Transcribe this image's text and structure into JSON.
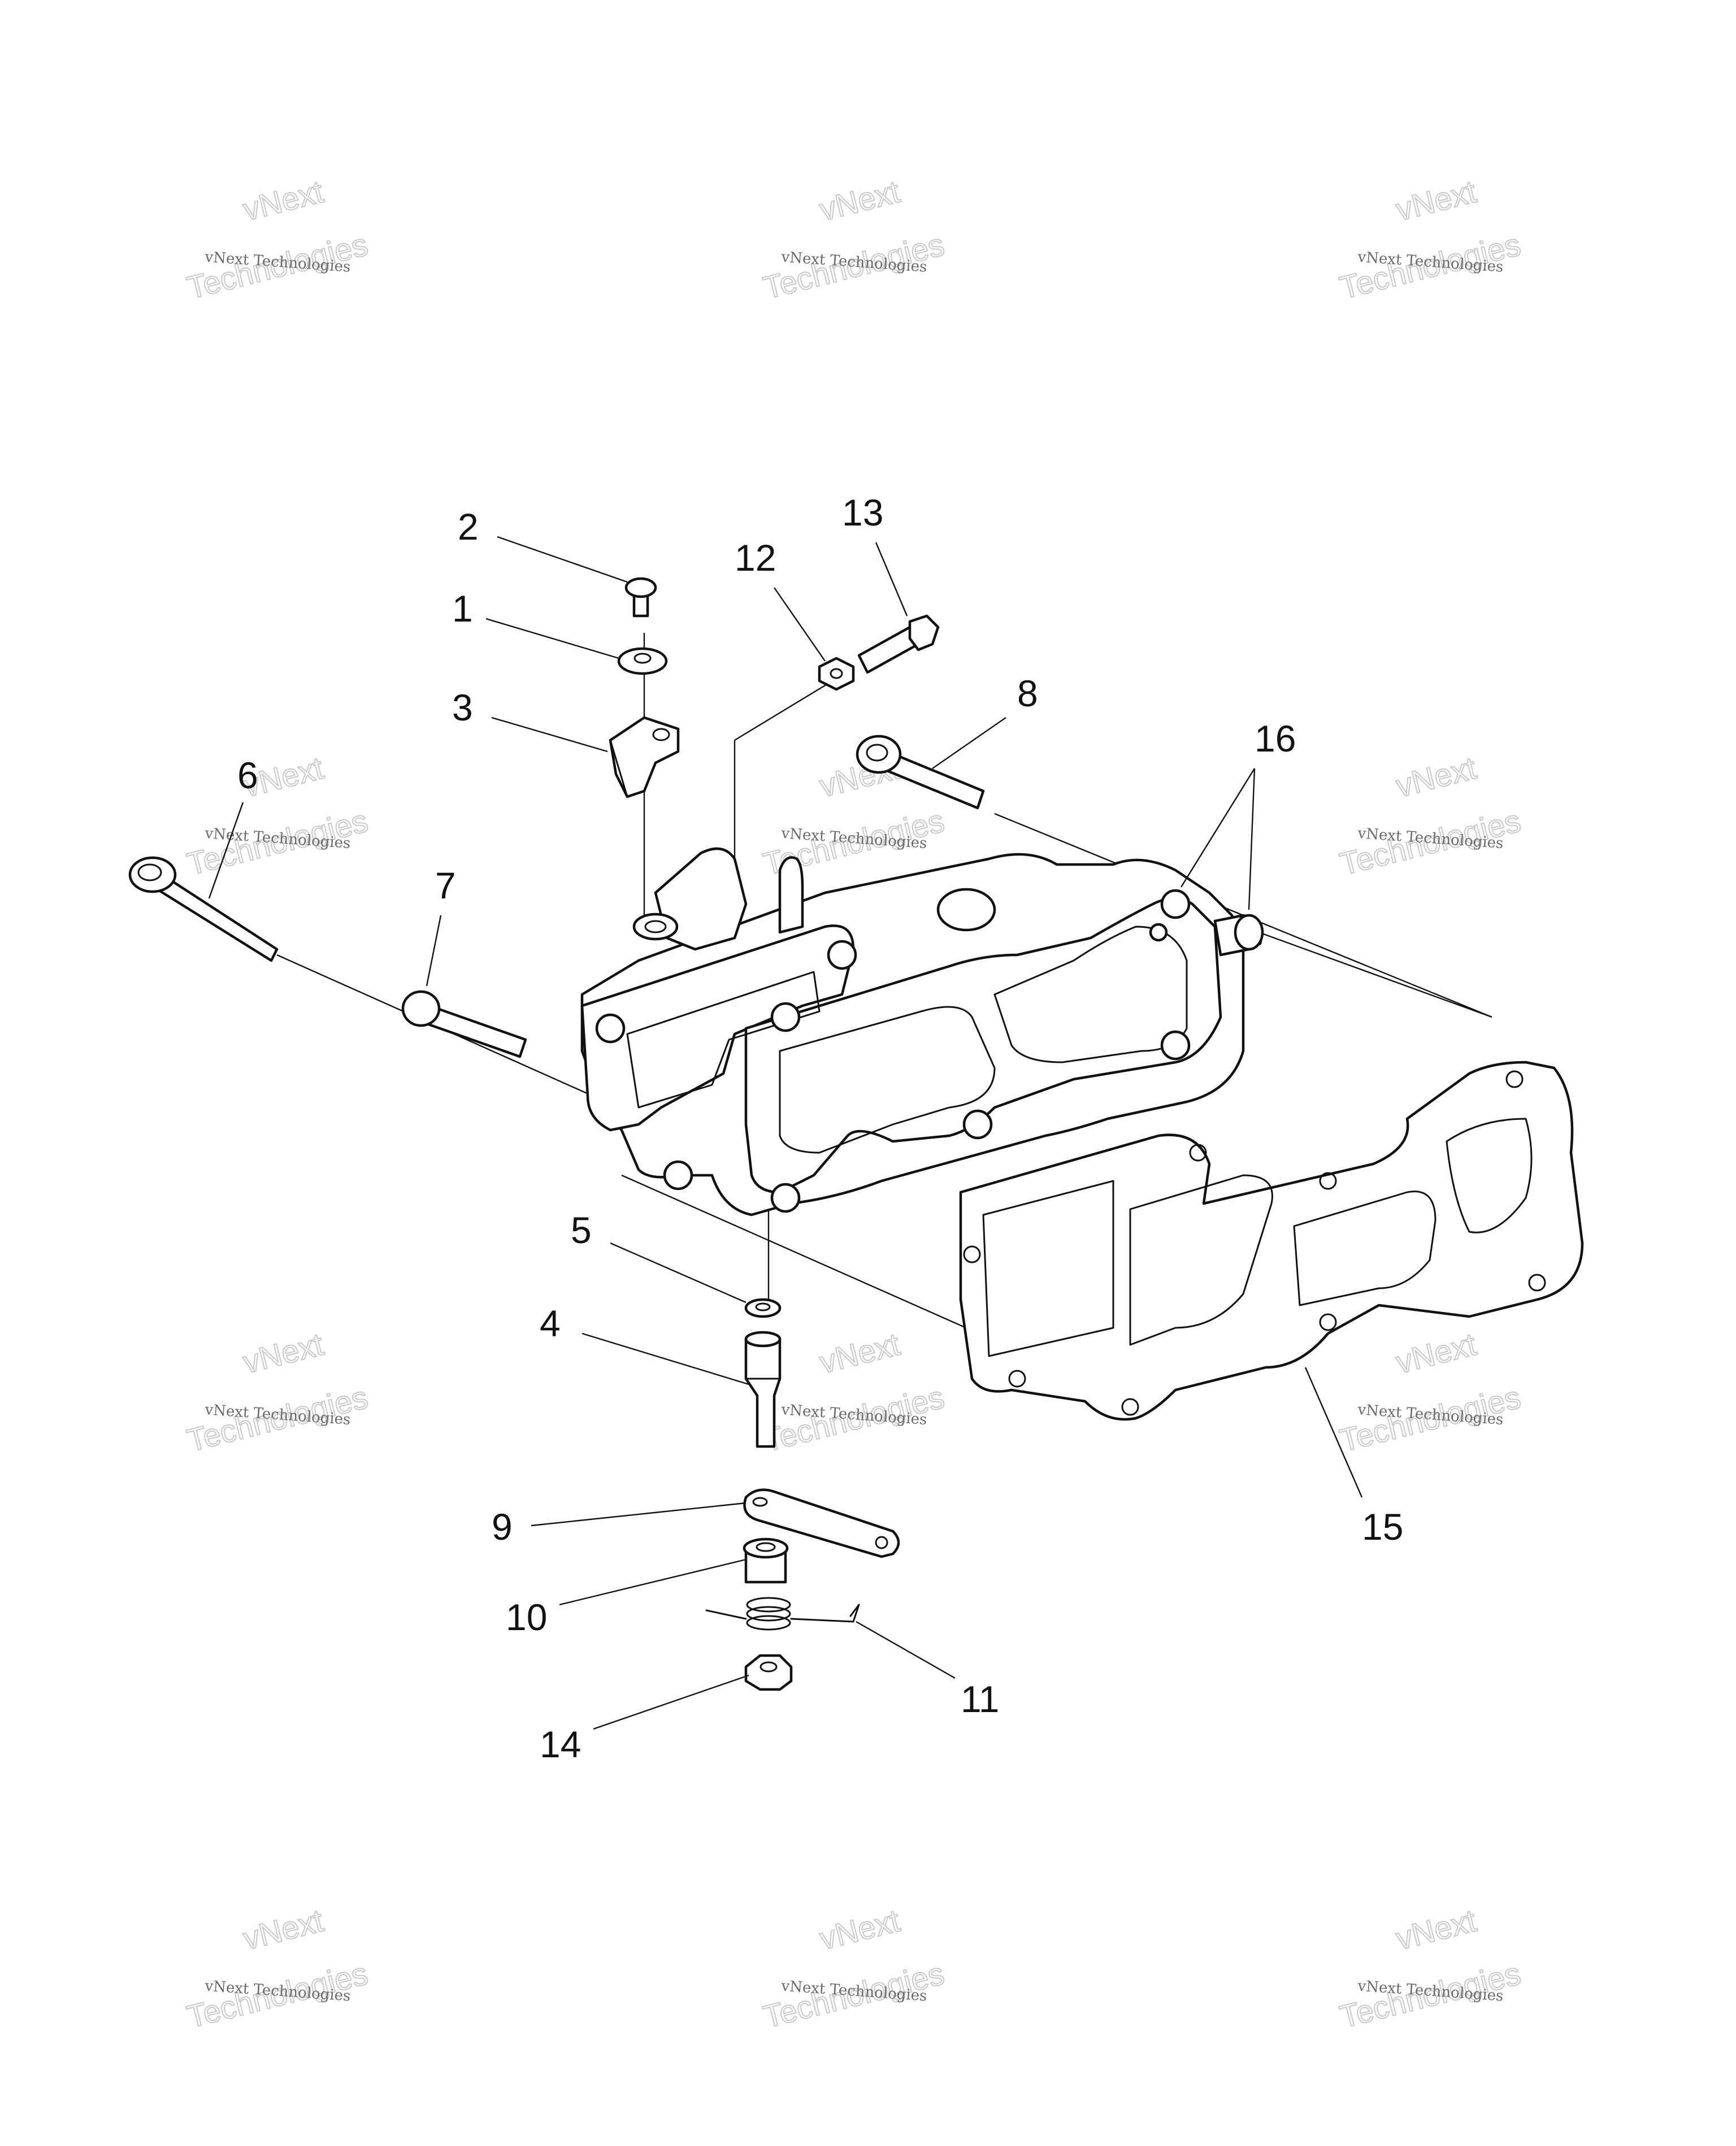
{
  "diagram": {
    "colors": {
      "line": "#111111",
      "watermark": "#c9c9c9",
      "background": "#ffffff"
    },
    "watermark": {
      "line1": "vNext",
      "line2": "Technologies",
      "full": "vNext Technologies"
    },
    "callouts": [
      {
        "id": "c1",
        "label": "1"
      },
      {
        "id": "c2",
        "label": "2"
      },
      {
        "id": "c3",
        "label": "3"
      },
      {
        "id": "c4",
        "label": "4"
      },
      {
        "id": "c5",
        "label": "5"
      },
      {
        "id": "c6",
        "label": "6"
      },
      {
        "id": "c7",
        "label": "7"
      },
      {
        "id": "c8",
        "label": "8"
      },
      {
        "id": "c9",
        "label": "9"
      },
      {
        "id": "c10",
        "label": "10"
      },
      {
        "id": "c11",
        "label": "11"
      },
      {
        "id": "c12",
        "label": "12"
      },
      {
        "id": "c13",
        "label": "13"
      },
      {
        "id": "c14",
        "label": "14"
      },
      {
        "id": "c15",
        "label": "15"
      },
      {
        "id": "c16",
        "label": "16"
      }
    ]
  }
}
